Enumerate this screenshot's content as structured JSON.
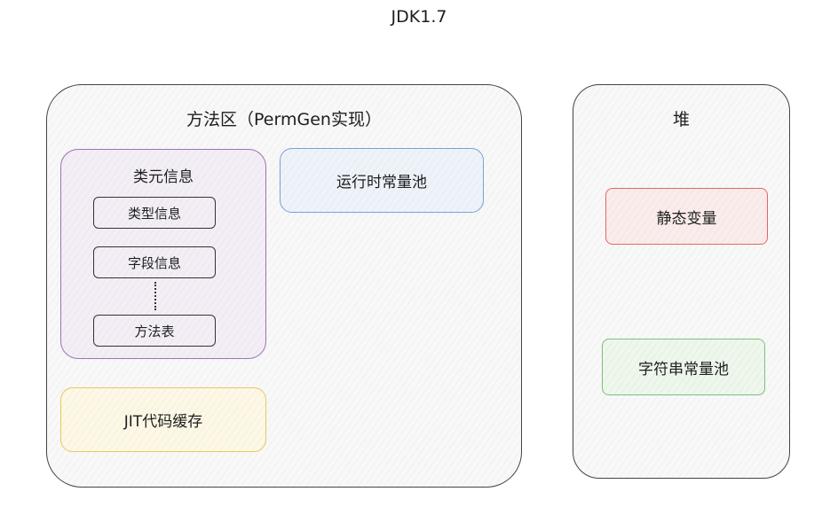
{
  "title": "JDK1.7",
  "method_area": {
    "title": "方法区（PermGen实现）",
    "class_meta": {
      "title": "类元信息",
      "items": [
        "类型信息",
        "字段信息",
        "方法表"
      ],
      "ellipsis": "⋮"
    },
    "runtime_constant_pool": "运行时常量池",
    "jit_cache": "JIT代码缓存"
  },
  "heap": {
    "title": "堆",
    "static_vars": "静态变量",
    "string_pool": "字符串常量池"
  },
  "colors": {
    "purple": "#9d74b3",
    "blue": "#7d9fd6",
    "yellow": "#e9c75c",
    "red": "#e06767",
    "green": "#7dbf7a"
  }
}
